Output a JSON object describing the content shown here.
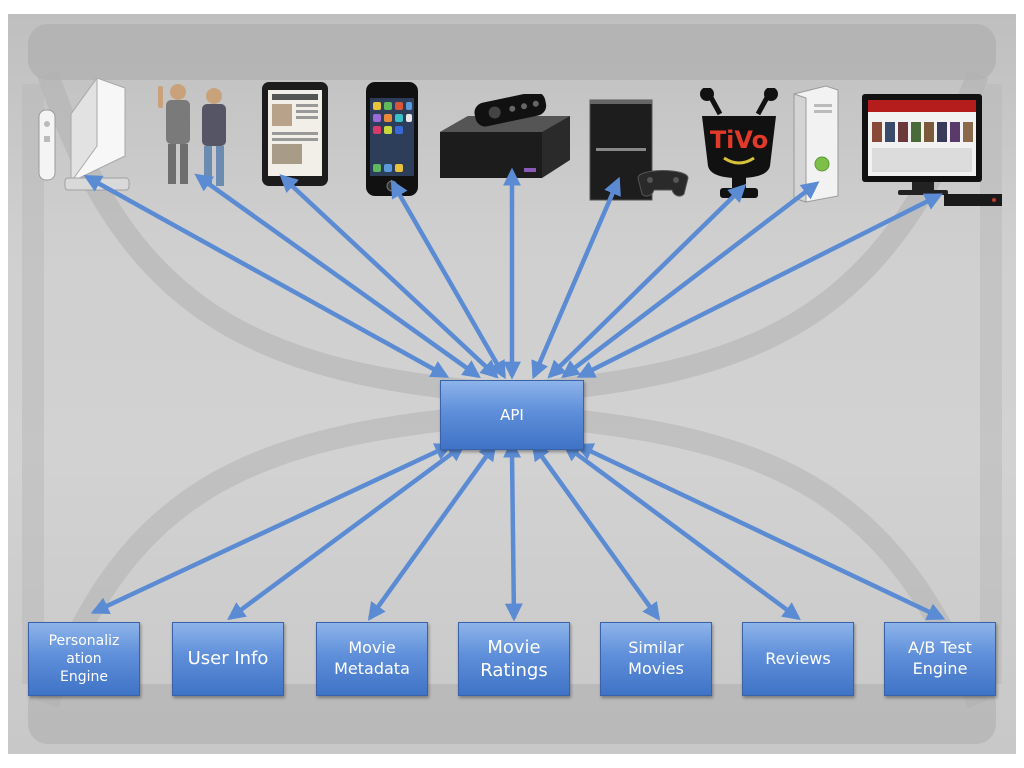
{
  "devices": [
    {
      "icon": "wii-console-icon"
    },
    {
      "icon": "people-icon"
    },
    {
      "icon": "ipad-tablet-icon"
    },
    {
      "icon": "iphone-icon"
    },
    {
      "icon": "roku-player-icon"
    },
    {
      "icon": "playstation-3-icon"
    },
    {
      "icon": "tivo-logo-icon"
    },
    {
      "icon": "xbox-360-icon"
    },
    {
      "icon": "smart-tv-icon"
    }
  ],
  "tivo_text": "TiVo",
  "api": {
    "label": "API"
  },
  "services": [
    {
      "label": "Personaliz\nation\nEngine"
    },
    {
      "label": "User Info"
    },
    {
      "label": "Movie\nMetadata"
    },
    {
      "label": "Movie\nRatings"
    },
    {
      "label": "Similar\nMovies"
    },
    {
      "label": "Reviews"
    },
    {
      "label": "A/B Test\nEngine"
    }
  ],
  "colors": {
    "arrow": "#5b8bd3",
    "box_top": "#8db4ea",
    "box_bottom": "#3f73c6",
    "background": "#cccccc"
  }
}
